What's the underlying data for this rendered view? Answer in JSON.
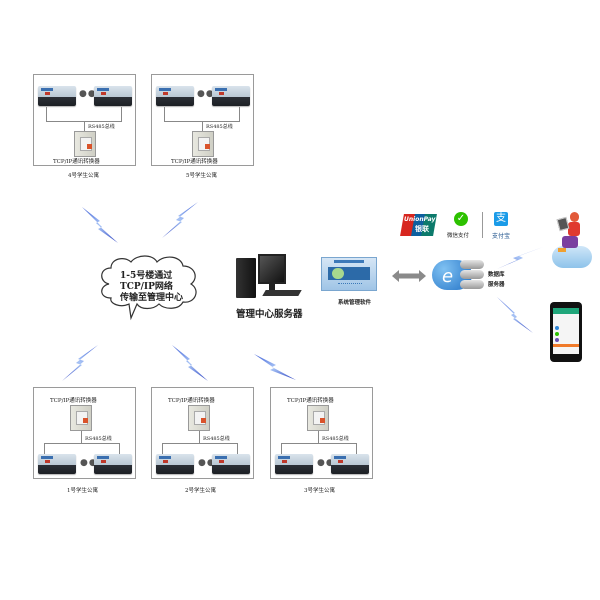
{
  "buildings": [
    {
      "id": "b4",
      "name": "4号学生公寓",
      "bus_label": "RS485总线",
      "converter_label": "TCP/IP通讯转换器",
      "dots": "●●●"
    },
    {
      "id": "b5",
      "name": "5号学生公寓",
      "bus_label": "RS485总线",
      "converter_label": "TCP/IP通讯转换器",
      "dots": "●●●"
    },
    {
      "id": "b1",
      "name": "1号学生公寓",
      "bus_label": "RS485总线",
      "converter_label": "TCP/IP通讯转换器",
      "dots": "●●●"
    },
    {
      "id": "b2",
      "name": "2号学生公寓",
      "bus_label": "RS485总线",
      "converter_label": "TCP/IP通讯转换器",
      "dots": "●●●"
    },
    {
      "id": "b3",
      "name": "3号学生公寓",
      "bus_label": "RS485总线",
      "converter_label": "TCP/IP通讯转换器",
      "dots": "●●●"
    }
  ],
  "cloud_bubble": {
    "line1": "1-5号楼通过",
    "line2": "TCP/IP网络",
    "line3": "传输至管理中心"
  },
  "server": {
    "label": "管理中心服务器"
  },
  "software": {
    "label": "系统管理软件"
  },
  "database": {
    "line1": "数据库",
    "line2": "服务器"
  },
  "payments": {
    "unionpay": {
      "en": "UnionPay",
      "cn": "银联"
    },
    "wechat": {
      "label": "微信支付"
    },
    "alipay": {
      "label": "支付宝"
    }
  },
  "colors": {
    "bolt": "#3b5bd6",
    "bolt_light": "#a8c4f5",
    "box_border": "#9a9a9a",
    "unionpay_red": "#d7261f",
    "unionpay_blue": "#0d5f9f",
    "unionpay_green": "#0c7a6b",
    "wechat_green": "#2dc100",
    "alipay_blue": "#1a9be8",
    "cloud_blue": "#2e86d8",
    "phone_green": "#1fa67a",
    "phone_orange": "#f07a2a"
  }
}
